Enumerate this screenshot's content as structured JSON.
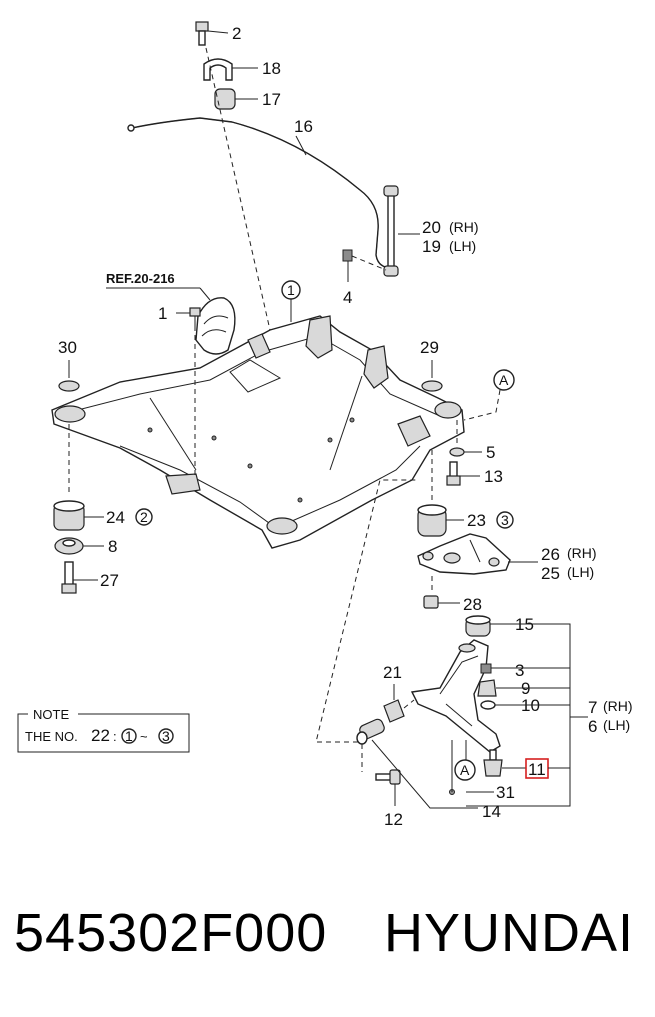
{
  "diagram": {
    "ref": "REF.20-216",
    "callouts": {
      "c1": "1",
      "c2": "2",
      "c3": "3",
      "c4": "4",
      "c5": "5",
      "c8": "8",
      "c9": "9",
      "c10": "10",
      "c11": "11",
      "c12": "12",
      "c13": "13",
      "c14": "14",
      "c15": "15",
      "c16": "16",
      "c17": "17",
      "c18": "18",
      "c20": "20",
      "c19": "19",
      "c21": "21",
      "c23": "23",
      "c24": "24",
      "c25": "25",
      "c26": "26",
      "c27": "27",
      "c28": "28",
      "c29": "29",
      "c30": "30",
      "c31": "31",
      "c7": "7",
      "c6": "6"
    },
    "rh": "(RH)",
    "lh": "(LH)",
    "circle_1": "1",
    "circle_2": "2",
    "circle_3": "3",
    "marker_a": "A",
    "note": {
      "title": "NOTE",
      "text": "THE NO.",
      "number": "22",
      "colon": ":",
      "range_start": "1",
      "tilde": "~",
      "range_end": "3"
    },
    "highlight_color": "#d62020"
  },
  "caption": {
    "part_number": "545302F000",
    "brand": "HYUNDAI"
  }
}
